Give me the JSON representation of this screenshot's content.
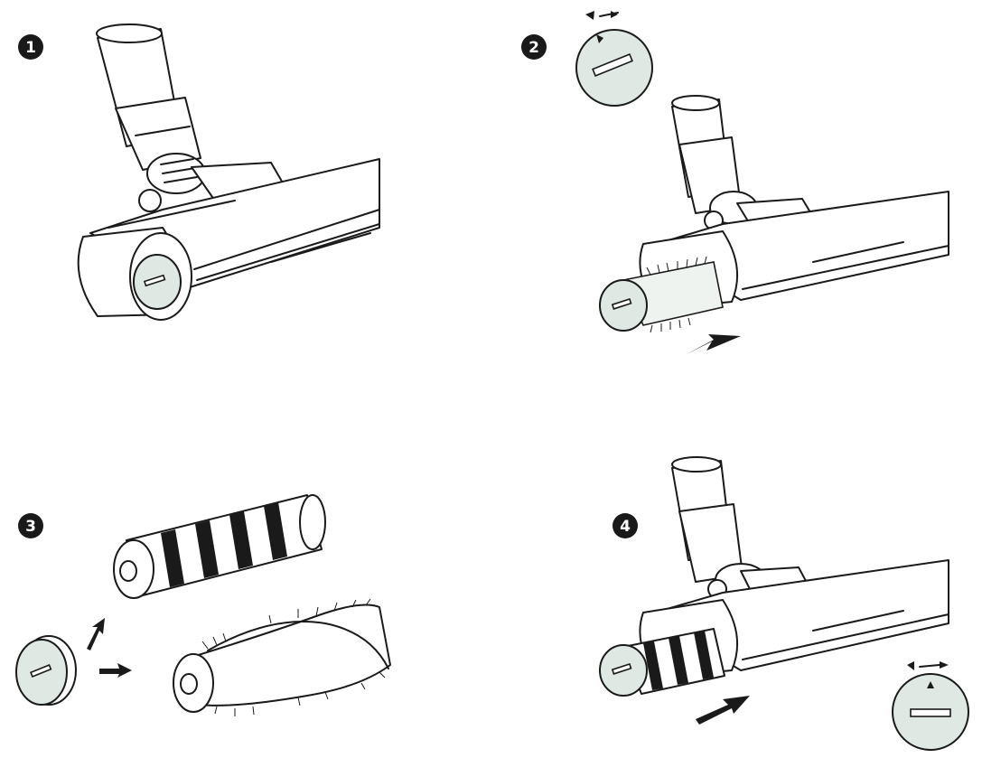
{
  "steps": [
    {
      "number": "1"
    },
    {
      "number": "2"
    },
    {
      "number": "3"
    },
    {
      "number": "4"
    }
  ],
  "icons": {
    "badge": "step-number-badge",
    "cap_unlock": "rotate-counterclockwise-icon",
    "cap_lock": "rotate-clockwise-icon",
    "arrow": "direction-arrow-icon"
  },
  "colors": {
    "line": "#1a1a1a",
    "cap_fill": "#dfe8e2",
    "background": "#ffffff"
  }
}
